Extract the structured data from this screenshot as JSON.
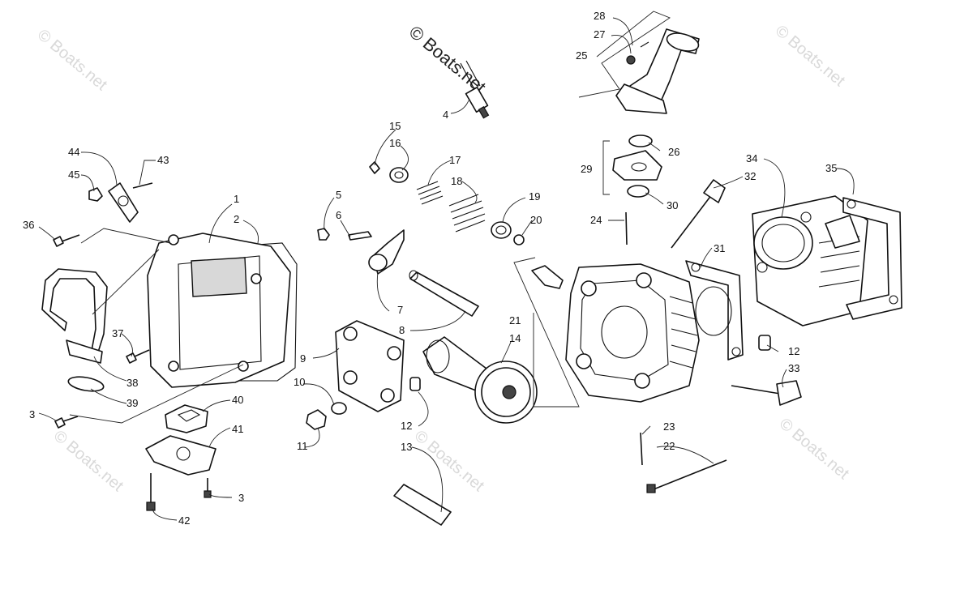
{
  "watermarks": {
    "top": "© Boats.net",
    "faint": "© Boats.net"
  },
  "callouts": {
    "c1": "1",
    "c2": "2",
    "c3a": "3",
    "c3b": "3",
    "c4": "4",
    "c5": "5",
    "c6": "6",
    "c7": "7",
    "c8": "8",
    "c9": "9",
    "c10": "10",
    "c11": "11",
    "c12a": "12",
    "c12b": "12",
    "c13": "13",
    "c14": "14",
    "c15": "15",
    "c16": "16",
    "c17": "17",
    "c18": "18",
    "c19": "19",
    "c20": "20",
    "c21": "21",
    "c22": "22",
    "c23": "23",
    "c24": "24",
    "c25": "25",
    "c26": "26",
    "c27": "27",
    "c28": "28",
    "c29": "29",
    "c30": "30",
    "c31": "31",
    "c32": "32",
    "c33": "33",
    "c34": "34",
    "c35": "35",
    "c36": "36",
    "c37": "37",
    "c38": "38",
    "c39": "39",
    "c40": "40",
    "c41": "41",
    "c42": "42",
    "c43": "43",
    "c44": "44",
    "c45": "45"
  }
}
